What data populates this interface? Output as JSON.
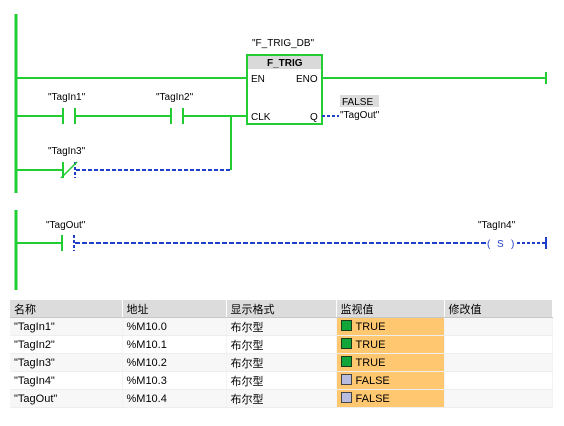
{
  "network1": {
    "instance_db": "\"F_TRIG_DB\"",
    "block_name": "F_TRIG",
    "pin_en": "EN",
    "pin_eno": "ENO",
    "pin_clk": "CLK",
    "pin_q": "Q",
    "q_value": "FALSE",
    "q_tag": "\"TagOut\"",
    "contact1_tag": "\"TagIn1\"",
    "contact2_tag": "\"TagIn2\"",
    "contact3_tag": "\"TagIn3\""
  },
  "network2": {
    "contact_tag": "\"TagOut\"",
    "coil_tag": "\"TagIn4\"",
    "coil_symbol": "S"
  },
  "watch_table": {
    "headers": [
      "名称",
      "地址",
      "显示格式",
      "监视值",
      "修改值"
    ],
    "rows": [
      {
        "name": "\"TagIn1\"",
        "address": "%M10.0",
        "format": "布尔型",
        "value": "TRUE",
        "state": "on"
      },
      {
        "name": "\"TagIn2\"",
        "address": "%M10.1",
        "format": "布尔型",
        "value": "TRUE",
        "state": "on"
      },
      {
        "name": "\"TagIn3\"",
        "address": "%M10.2",
        "format": "布尔型",
        "value": "TRUE",
        "state": "on"
      },
      {
        "name": "\"TagIn4\"",
        "address": "%M10.3",
        "format": "布尔型",
        "value": "FALSE",
        "state": "off"
      },
      {
        "name": "\"TagOut\"",
        "address": "%M10.4",
        "format": "布尔型",
        "value": "FALSE",
        "state": "off"
      }
    ]
  },
  "colors": {
    "energized": "#22cc33",
    "de_energized": "#1f3fc8",
    "monitor_value_bg": "#ffc870"
  }
}
